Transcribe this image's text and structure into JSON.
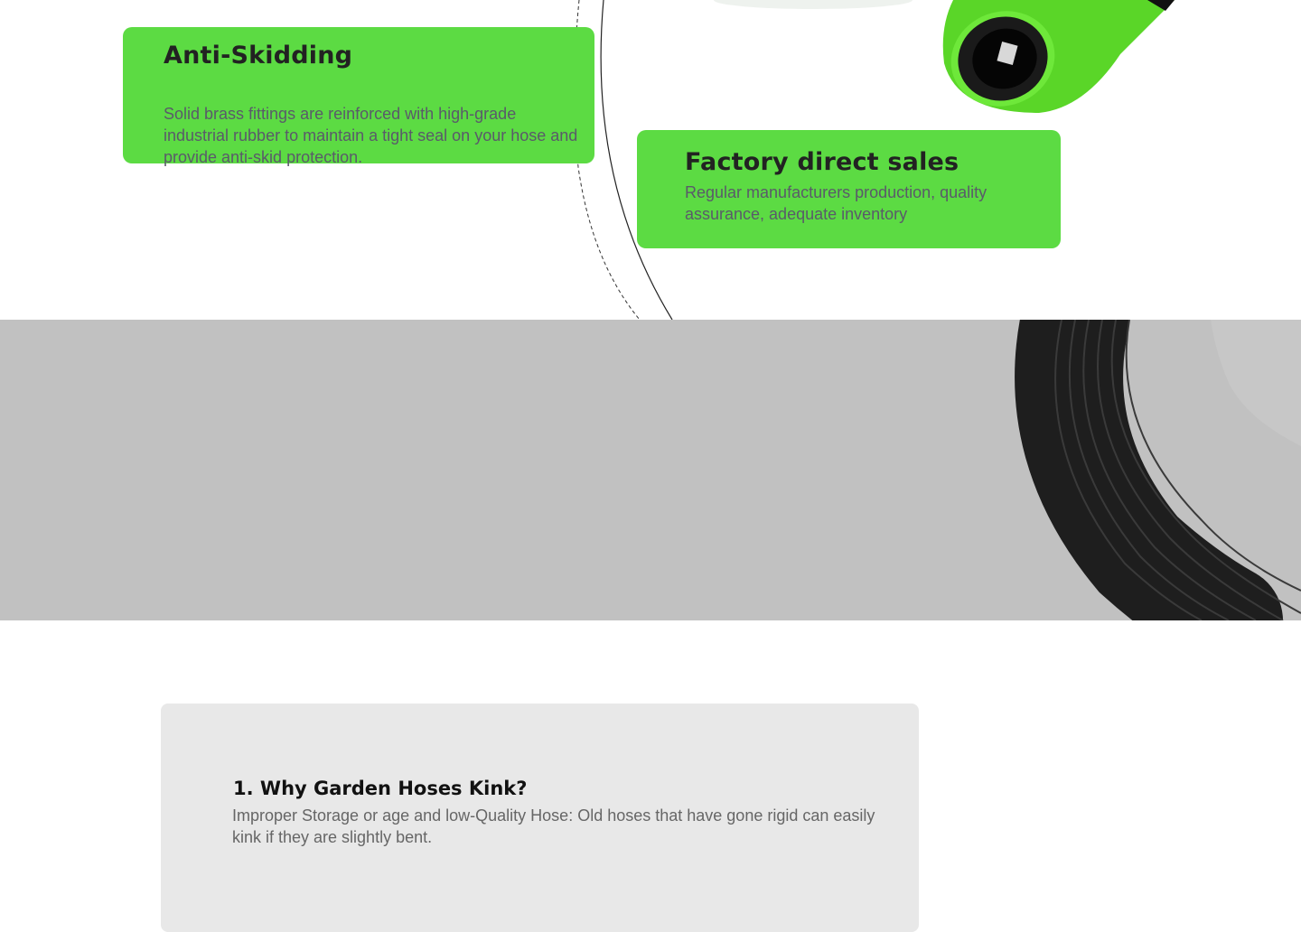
{
  "features": [
    {
      "title": "Anti-Skidding",
      "description": "Solid brass fittings are reinforced with high-grade industrial rubber to maintain a tight seal on your hose and provide anti-skid protection."
    },
    {
      "title": "Factory direct sales",
      "description": "Regular manufacturers production, quality assurance, adequate inventory"
    }
  ],
  "faq": {
    "title": "1. Why Garden Hoses Kink?",
    "body": "Improper Storage or age and low-Quality Hose: Old hoses that have gone rigid can easily kink if they are slightly bent."
  },
  "colors": {
    "accent_green": "#5cdb43",
    "section_gray": "#c1c1c1",
    "card_gray": "#e8e8e8"
  }
}
